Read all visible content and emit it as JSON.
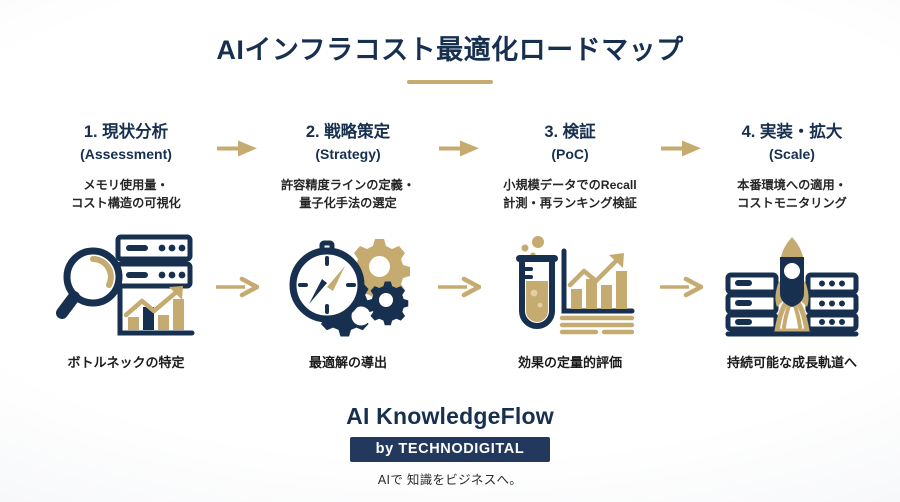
{
  "colors": {
    "navy": "#17304f",
    "navy_band": "#22395d",
    "gold": "#c6ab71",
    "gold_dark": "#b3954f",
    "text_dark": "#262626",
    "background": "#ffffff"
  },
  "header": {
    "title": "AIインフラコスト最適化ロードマップ",
    "rule": "gold-underline"
  },
  "steps": [
    {
      "title": "1. 現状分析",
      "subtitle": "(Assessment)",
      "description": "メモリ使用量・\nコスト構造の可視化",
      "icon_name": "magnifier-server-chart-icon",
      "caption": "ボトルネックの特定"
    },
    {
      "title": "2. 戦略策定",
      "subtitle": "(Strategy)",
      "description": "許容精度ラインの定義・\n量子化手法の選定",
      "icon_name": "compass-gears-icon",
      "caption": "最適解の導出"
    },
    {
      "title": "3. 検証",
      "subtitle": "(PoC)",
      "description": "小規模データでのRecall\n計測・再ランキング検証",
      "icon_name": "test-tube-chart-icon",
      "caption": "効果の定量的評価"
    },
    {
      "title": "4. 実装・拡大",
      "subtitle": "(Scale)",
      "description": "本番環境への適用・\nコストモニタリング",
      "icon_name": "rocket-server-icon",
      "caption": "持続可能な成長軌道へ"
    }
  ],
  "arrows": {
    "icon_name": "arrow-right-icon",
    "count_top": 3,
    "count_bottom": 3
  },
  "brand": {
    "name": "AI KnowledgeFlow",
    "by_label": "by TECHNODIGITAL",
    "tagline": "AIで 知識をビジネスへ。"
  }
}
